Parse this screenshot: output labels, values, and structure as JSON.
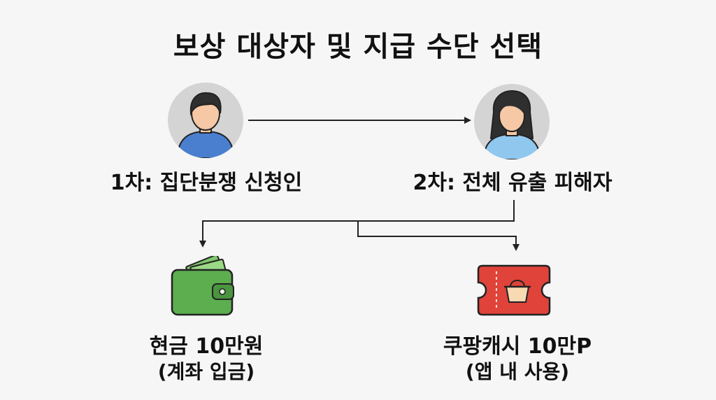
{
  "title": "보상 대상자 및 지급 수단 선택",
  "recipients": [
    {
      "label": "1차: 집단분쟁 신청인",
      "icon": "man-avatar-icon"
    },
    {
      "label": "2차: 전체 유출 피해자",
      "icon": "woman-avatar-icon"
    }
  ],
  "payments": [
    {
      "label": "현금 10만원",
      "sublabel": "(계좌 입금)",
      "icon": "wallet-icon"
    },
    {
      "label": "쿠팡캐시 10만P",
      "sublabel": "(앱 내 사용)",
      "icon": "coupon-ticket-icon"
    }
  ],
  "colors": {
    "man_shirt": "#4a7fd0",
    "woman_shirt": "#8fc7ef",
    "wallet": "#5cae4f",
    "ticket": "#e0433a",
    "avatar_bg": "#d4d4d4",
    "line": "#222222"
  }
}
